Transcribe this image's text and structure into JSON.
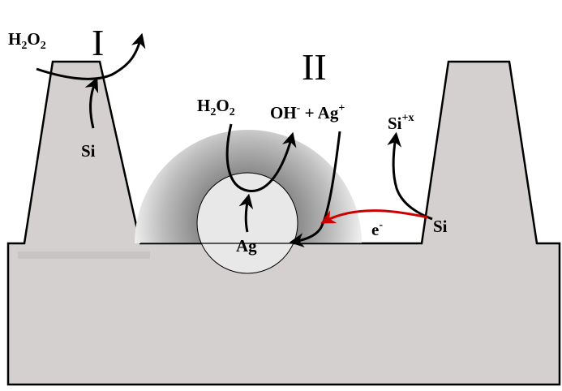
{
  "colors": {
    "silicon": "#d4d0d0",
    "outline": "#000000",
    "electron_arrow": "#cc0000",
    "halo_outer": "#eeeeee",
    "halo_inner": "#6f6f6f",
    "particle": "#e8e8e8",
    "background": "#ffffff"
  },
  "labels": {
    "region_one": "I",
    "region_two": "II",
    "left_h2o2": {
      "base1": "H",
      "sub1": "2",
      "base2": "O",
      "sub2": "2"
    },
    "left_si": "Si",
    "mid_h2o2": {
      "base1": "H",
      "sub1": "2",
      "base2": "O",
      "sub2": "2"
    },
    "ag": "Ag",
    "products": {
      "oh": "OH",
      "oh_sup": "-",
      "plus": " + Ag",
      "ag_sup": "+"
    },
    "si_ion": {
      "base": "Si",
      "sup": "+x"
    },
    "electron": {
      "base": "e",
      "sup": "-"
    },
    "right_si": "Si"
  },
  "icons": {
    "reaction_arrow": "curved-arrow-icon",
    "electron_transfer": "red-curved-arrow-icon"
  }
}
